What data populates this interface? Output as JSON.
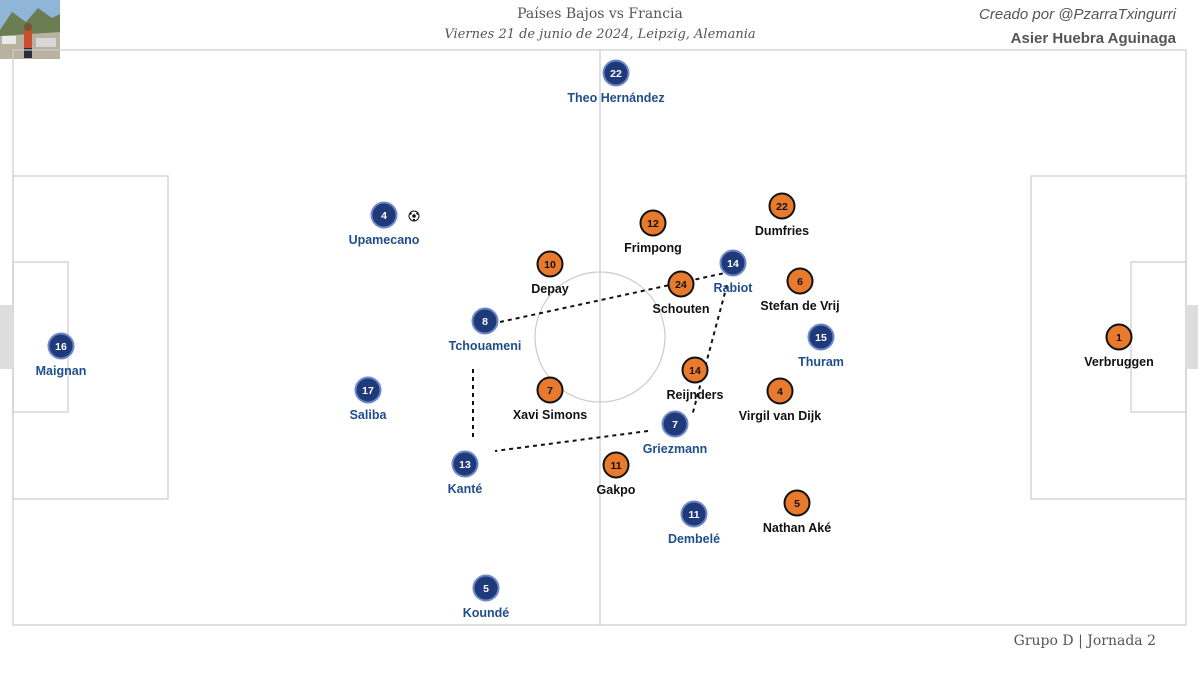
{
  "header": {
    "match_title": "Países Bajos vs Francia",
    "match_subtitle": "Viernes 21 de junio de 2024, Leipzig, Alemania",
    "credit_by": "Creado por @PzarraTxingurri",
    "credit_author": "Asier Huebra Aguinaga"
  },
  "footer": {
    "competition": "Grupo D | Jornada 2"
  },
  "colors": {
    "france_fill": "#1f3a7a",
    "france_text": "#1f4e8c",
    "netherlands_fill": "#e87a2e",
    "netherlands_text": "#111111",
    "pitch_lines": "#cccccc"
  },
  "players": [
    {
      "team": "france",
      "number": "22",
      "name": "Theo Hernández"
    },
    {
      "team": "france",
      "number": "4",
      "name": "Upamecano",
      "has_ball": true
    },
    {
      "team": "france",
      "number": "16",
      "name": "Maignan"
    },
    {
      "team": "france",
      "number": "17",
      "name": "Saliba"
    },
    {
      "team": "france",
      "number": "8",
      "name": "Tchouameni"
    },
    {
      "team": "france",
      "number": "13",
      "name": "Kanté"
    },
    {
      "team": "france",
      "number": "5",
      "name": "Koundé"
    },
    {
      "team": "france",
      "number": "14",
      "name": "Rabiot"
    },
    {
      "team": "france",
      "number": "15",
      "name": "Thuram"
    },
    {
      "team": "france",
      "number": "7",
      "name": "Griezmann"
    },
    {
      "team": "france",
      "number": "11",
      "name": "Dembelé"
    },
    {
      "team": "netherlands",
      "number": "12",
      "name": "Frimpong"
    },
    {
      "team": "netherlands",
      "number": "22",
      "name": "Dumfries"
    },
    {
      "team": "netherlands",
      "number": "10",
      "name": "Depay"
    },
    {
      "team": "netherlands",
      "number": "24",
      "name": "Schouten"
    },
    {
      "team": "netherlands",
      "number": "6",
      "name": "Stefan de Vrij"
    },
    {
      "team": "netherlands",
      "number": "14",
      "name": "Reijnders"
    },
    {
      "team": "netherlands",
      "number": "7",
      "name": "Xavi Simons"
    },
    {
      "team": "netherlands",
      "number": "4",
      "name": "Virgil van Dijk"
    },
    {
      "team": "netherlands",
      "number": "11",
      "name": "Gakpo"
    },
    {
      "team": "netherlands",
      "number": "5",
      "name": "Nathan Aké"
    },
    {
      "team": "netherlands",
      "number": "1",
      "name": "Verbruggen"
    }
  ],
  "pass_lines": [
    {
      "from": "Tchouameni",
      "to": "Rabiot"
    },
    {
      "from": "Rabiot",
      "to": "Griezmann"
    },
    {
      "from": "Griezmann",
      "to": "Kanté"
    },
    {
      "from": "Kanté",
      "to": "Tchouameni"
    }
  ]
}
